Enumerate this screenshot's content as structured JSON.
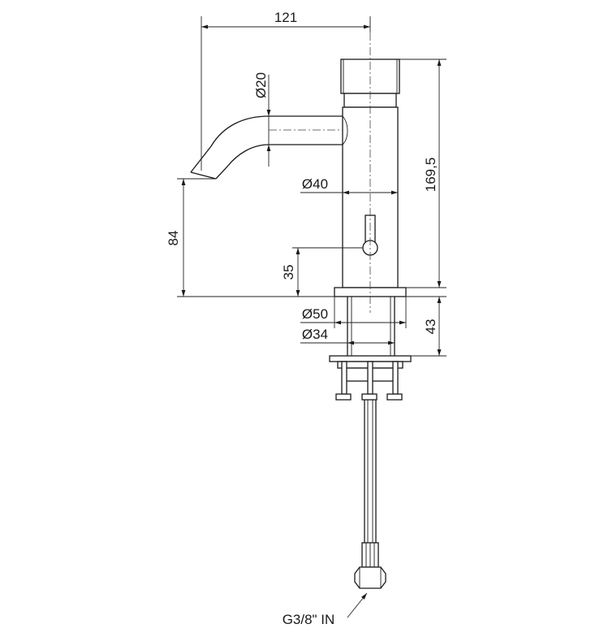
{
  "dimensions": {
    "overall_width": "121",
    "spout_diameter": "Ø20",
    "body_height": "169,5",
    "body_diameter": "Ø40",
    "spout_height": "84",
    "lever_height": "35",
    "base_diameter": "Ø50",
    "shank_diameter": "Ø34",
    "base_height": "43"
  },
  "inlet_label": "G3/8\" IN"
}
